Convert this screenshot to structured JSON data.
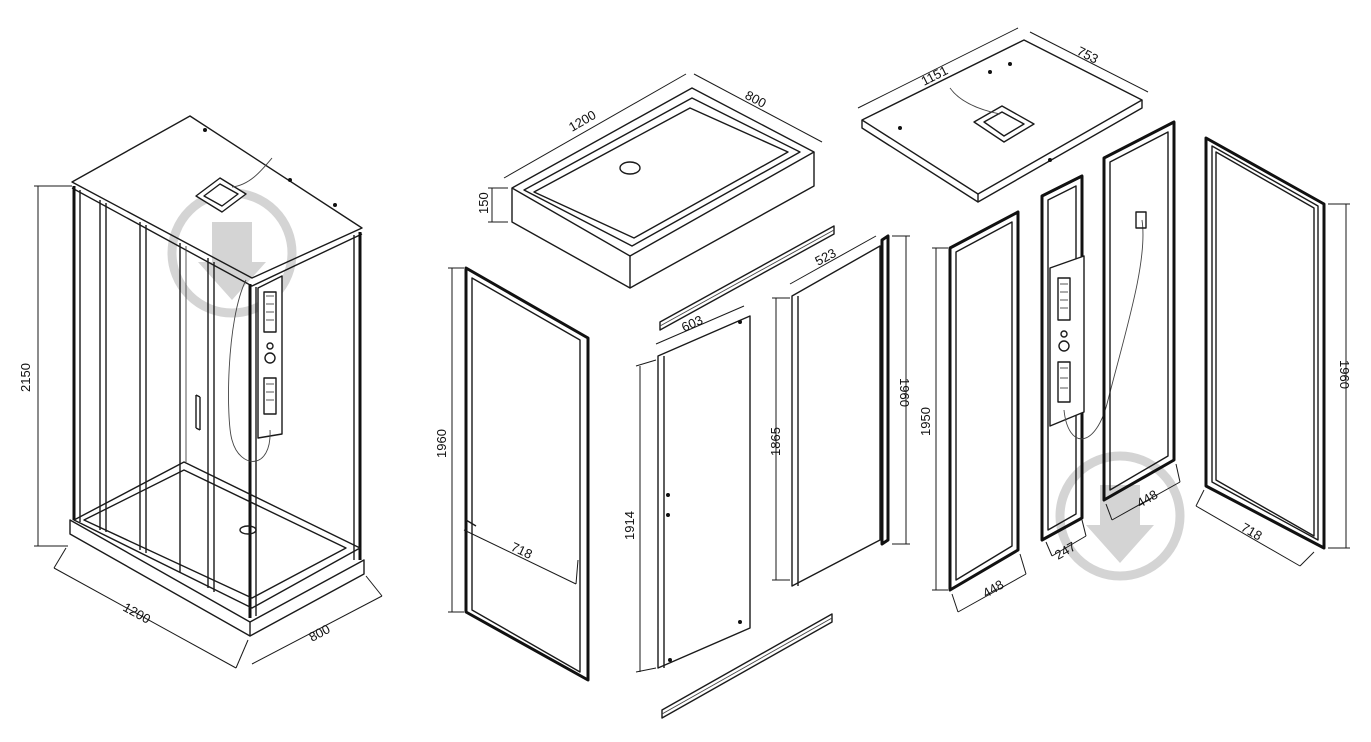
{
  "colors": {
    "line": "#1a1a1a",
    "watermark": "#d4d4d4",
    "background": "#ffffff"
  },
  "icons": [
    "watermark-logo-icon"
  ],
  "assembled_cabin": {
    "height": "2150",
    "width": "1200",
    "depth": "800"
  },
  "tray": {
    "length": "1200",
    "depth": "800",
    "height": "150"
  },
  "roof": {
    "length": "1151",
    "depth": "753"
  },
  "front_side_panel": {
    "height": "1960",
    "width": "718"
  },
  "rails": {},
  "back_panel_left": {
    "height": "1914",
    "width": "603"
  },
  "back_panel_right": {
    "height": "1865",
    "width": "523"
  },
  "side_profile": {
    "height": "1960"
  },
  "fixed_glass_left": {
    "height": "1950",
    "width": "448"
  },
  "column_panel": {
    "width": "247"
  },
  "fixed_glass_right": {
    "width": "448"
  },
  "end_frame": {
    "height": "1960",
    "width": "718"
  }
}
